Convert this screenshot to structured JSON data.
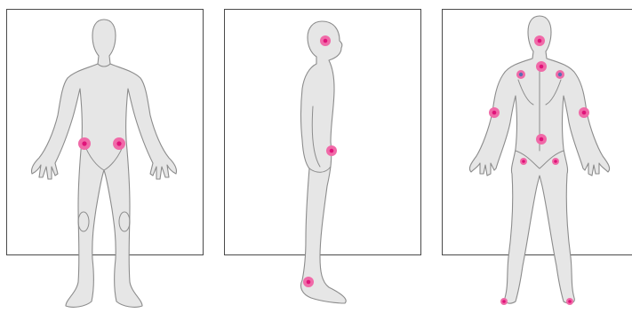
{
  "views": [
    {
      "id": "front",
      "label": ""
    },
    {
      "id": "side",
      "label": ""
    },
    {
      "id": "back",
      "label": ""
    }
  ],
  "colors": {
    "marker_outer": "#f06aa8",
    "marker_inner": "#e0147a",
    "marker_inner_blue": "#5a6fb0",
    "body_fill": "#e6e6e6",
    "body_outline": "#8c8c8c",
    "frame": "#4a4a4a"
  },
  "markers": [
    {
      "view": "front",
      "name": "left-hip",
      "variant": "pink"
    },
    {
      "view": "front",
      "name": "right-hip",
      "variant": "pink"
    },
    {
      "view": "side",
      "name": "back-of-head",
      "variant": "pink"
    },
    {
      "view": "side",
      "name": "hip",
      "variant": "pink"
    },
    {
      "view": "side",
      "name": "ankle",
      "variant": "pink"
    },
    {
      "view": "back",
      "name": "neck",
      "variant": "pink"
    },
    {
      "view": "back",
      "name": "upper-back",
      "variant": "pink"
    },
    {
      "view": "back",
      "name": "left-shoulder",
      "variant": "blue"
    },
    {
      "view": "back",
      "name": "right-shoulder",
      "variant": "blue"
    },
    {
      "view": "back",
      "name": "left-elbow",
      "variant": "pink"
    },
    {
      "view": "back",
      "name": "right-elbow",
      "variant": "pink"
    },
    {
      "view": "back",
      "name": "lower-back",
      "variant": "pink"
    },
    {
      "view": "back",
      "name": "left-buttock",
      "variant": "pink"
    },
    {
      "view": "back",
      "name": "right-buttock",
      "variant": "pink"
    },
    {
      "view": "back",
      "name": "left-heel",
      "variant": "pink"
    },
    {
      "view": "back",
      "name": "right-heel",
      "variant": "pink"
    }
  ]
}
